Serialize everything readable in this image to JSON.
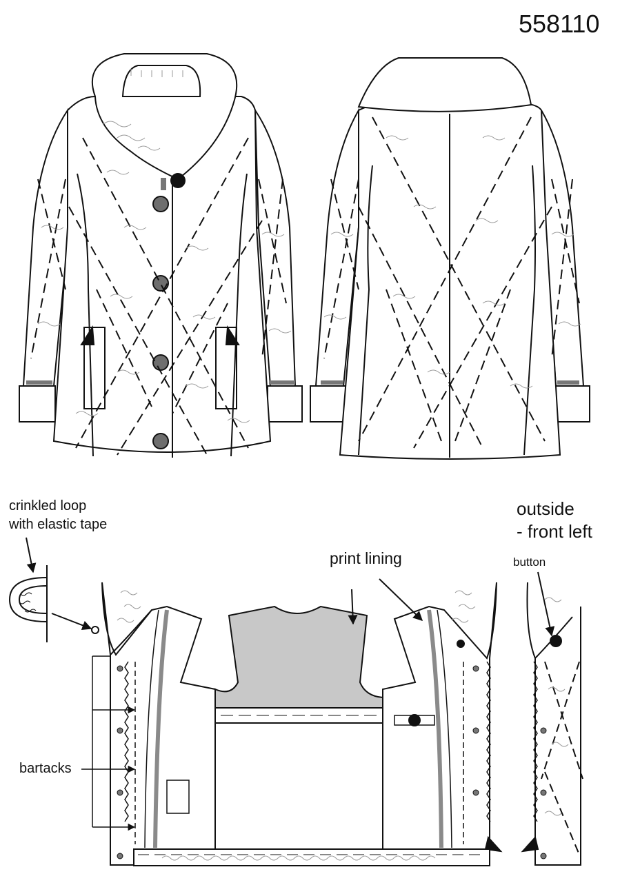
{
  "style_number": "558110",
  "labels": {
    "loop_line1": "crinkled loop",
    "loop_line2": "with elastic tape",
    "print_lining": "print lining",
    "outside_line1": "outside",
    "outside_line2": "- front left",
    "button": "button",
    "bartacks": "bartacks"
  },
  "colors": {
    "line": "#111111",
    "lining": "#c8c8c8",
    "button": "#6e6e6e",
    "facing_stripe": "#8a8a8a",
    "fur": "#9a9a9a"
  }
}
